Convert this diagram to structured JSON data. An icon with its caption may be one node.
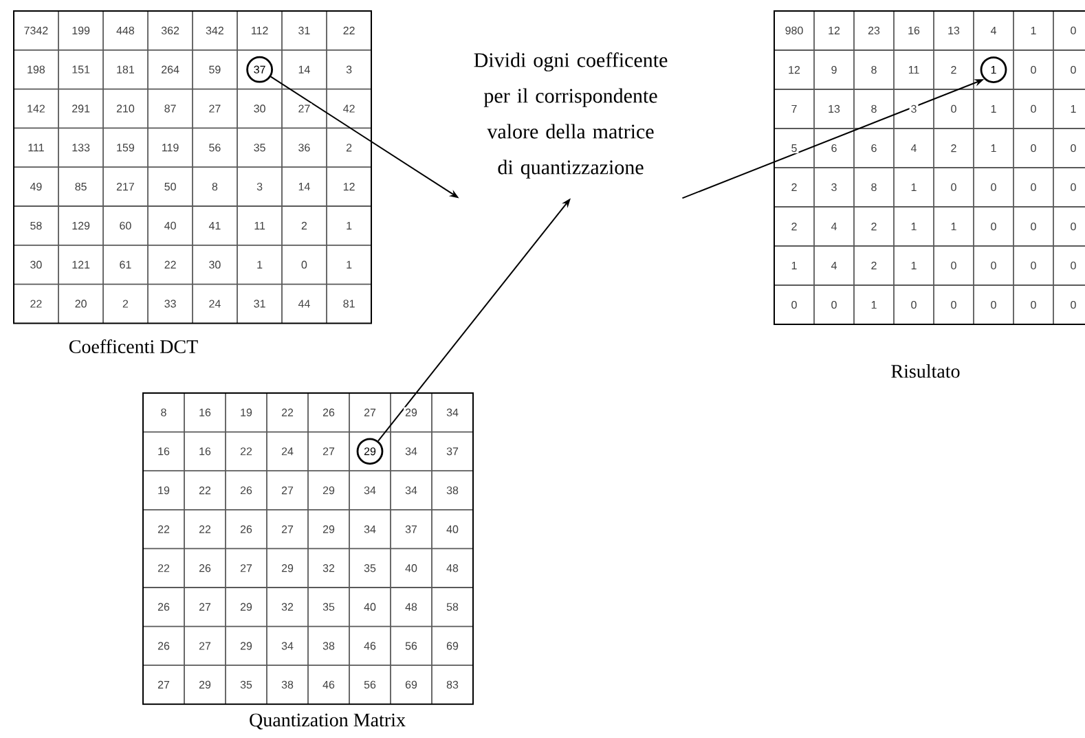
{
  "diagram": {
    "nodes": [
      {
        "text": [
          "Coefficenti DCT"
        ]
      },
      {
        "text": [
          "37"
        ],
        "in": 0
      },
      {
        "text": [
          "Dividi ogni coefficente per il corrispondente valore della matrice di quantizzazione"
        ]
      },
      {
        "text": [
          "Risultato"
        ]
      },
      {
        "text": [
          "1"
        ],
        "in": 3
      },
      {
        "text": [
          "Quantization Matrix"
        ]
      },
      {
        "text": [
          "29"
        ],
        "in": 5
      }
    ],
    "edges": [
      {
        "from": 1,
        "to": 2,
        "arrow": "to"
      },
      {
        "from": 6,
        "to": 2,
        "arrow": "to"
      },
      {
        "from": 2,
        "to": 4,
        "arrow": "to"
      }
    ],
    "labels": [
      "7342",
      "199",
      "448",
      "362",
      "342",
      "112",
      "31",
      "22",
      "198",
      "151",
      "181",
      "264",
      "59",
      "14",
      "3",
      "142",
      "291",
      "210",
      "87",
      "27",
      "30",
      "27",
      "42",
      "111",
      "133",
      "159",
      "119",
      "56",
      "35",
      "36",
      "2",
      "49",
      "85",
      "217",
      "50",
      "8",
      "3",
      "14",
      "12",
      "58",
      "129",
      "60",
      "40",
      "41",
      "11",
      "2",
      "1",
      "30",
      "121",
      "61",
      "22",
      "30",
      "1",
      "0",
      "1",
      "22",
      "20",
      "2",
      "33",
      "24",
      "31",
      "44",
      "81",
      "980",
      "12",
      "23",
      "16",
      "13",
      "4",
      "1",
      "0",
      "12",
      "9",
      "8",
      "11",
      "2",
      "0",
      "0",
      "7",
      "13",
      "8",
      "3",
      "0",
      "1",
      "0",
      "1",
      "5",
      "6",
      "6",
      "4",
      "2",
      "1",
      "0",
      "0",
      "2",
      "3",
      "8",
      "1",
      "0",
      "0",
      "0",
      "0",
      "2",
      "4",
      "2",
      "1",
      "1",
      "0",
      "0",
      "0",
      "1",
      "4",
      "2",
      "1",
      "0",
      "0",
      "0",
      "0",
      "0",
      "0",
      "1",
      "0",
      "0",
      "0",
      "0",
      "0",
      "8",
      "16",
      "19",
      "22",
      "26",
      "27",
      "29",
      "34",
      "16",
      "16",
      "22",
      "24",
      "27",
      "34",
      "37",
      "19",
      "22",
      "26",
      "27",
      "29",
      "34",
      "34",
      "38",
      "22",
      "22",
      "26",
      "27",
      "29",
      "34",
      "37",
      "40",
      "22",
      "26",
      "27",
      "29",
      "32",
      "35",
      "40",
      "48",
      "26",
      "27",
      "29",
      "32",
      "35",
      "40",
      "48",
      "58",
      "26",
      "27",
      "29",
      "34",
      "38",
      "46",
      "56",
      "69",
      "27",
      "29",
      "35",
      "38",
      "46",
      "56",
      "69",
      "83"
    ]
  }
}
